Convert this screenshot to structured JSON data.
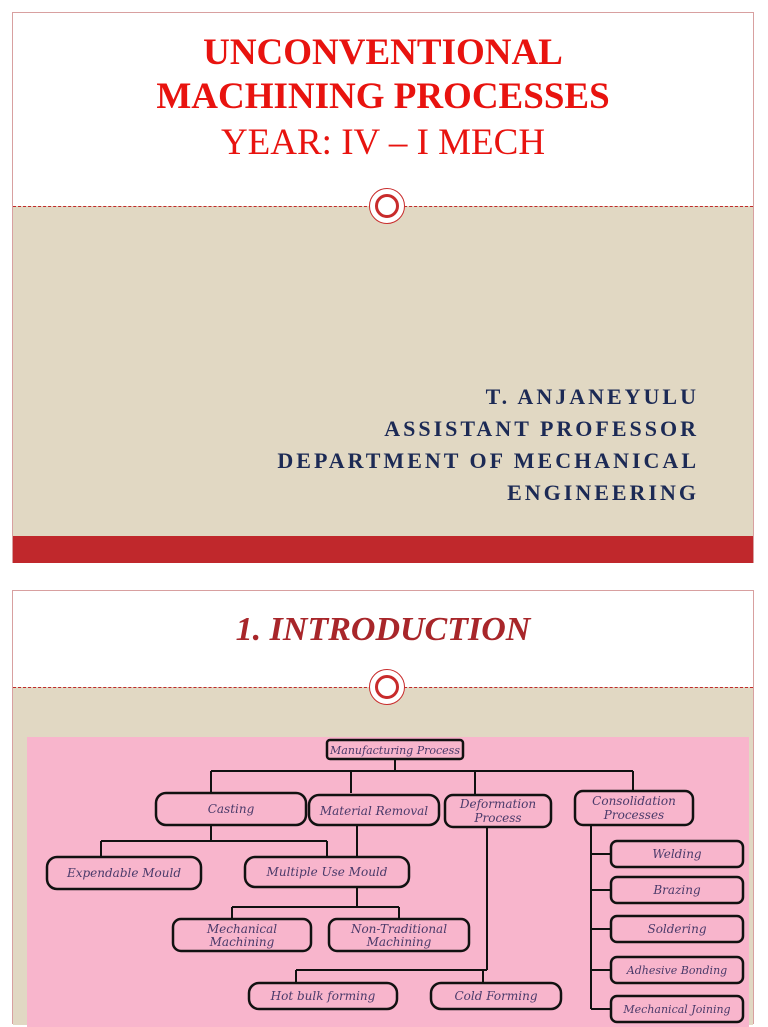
{
  "slide1": {
    "title_line1": "UNCONVENTIONAL",
    "title_line2": "MACHINING PROCESSES",
    "subtitle": "YEAR: IV – I MECH",
    "author_name": "T. ANJANEYULU",
    "author_title": "ASSISTANT PROFESSOR",
    "dept_line1": "DEPARTMENT OF MECHANICAL",
    "dept_line2": "ENGINEERING",
    "colors": {
      "title": "#e8130f",
      "author": "#1c2a55",
      "band": "#e1d8c3",
      "bar": "#c0282c"
    }
  },
  "slide2": {
    "heading": "1. INTRODUCTION",
    "diagram": {
      "root": "Manufacturing Process",
      "casting": "Casting",
      "material_removal": "Material Removal",
      "deformation_1": "Deformation",
      "deformation_2": "Process",
      "consolidation_1": "Consolidation",
      "consolidation_2": "Processes",
      "expendable": "Expendable Mould",
      "multiple": "Multiple Use Mould",
      "mech_1": "Mechanical",
      "mech_2": "Machining",
      "nontrad_1": "Non-Traditional",
      "nontrad_2": "Machining",
      "hot": "Hot bulk forming",
      "cold": "Cold Forming",
      "welding": "Welding",
      "brazing": "Brazing",
      "soldering": "Soldering",
      "adhesive": "Adhesive Bonding",
      "mech_joining": "Mechanical Joining"
    }
  }
}
